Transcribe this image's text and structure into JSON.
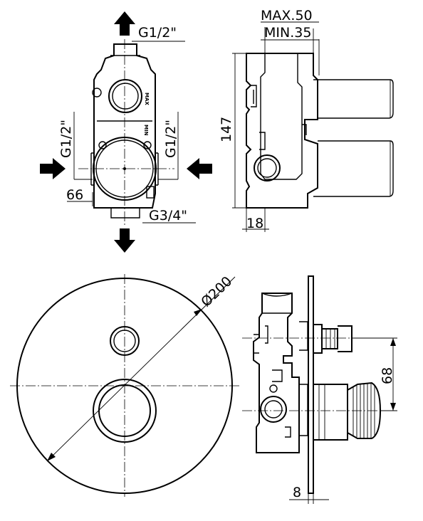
{
  "top_left_view": {
    "thread_top": "G1/2\"",
    "thread_left": "G1/2\"",
    "thread_right": "G1/2\"",
    "thread_bottom": "G3/4\"",
    "dim_width": "66",
    "marking_max": "MAX",
    "marking_min": "MIN"
  },
  "top_right_view": {
    "depth_max": "MAX.50",
    "depth_min": "MIN.35",
    "height": "147",
    "base": "18"
  },
  "bottom_left_view": {
    "diameter": "Ø200"
  },
  "bottom_right_view": {
    "spacing": "68",
    "plate_thickness": "8"
  }
}
